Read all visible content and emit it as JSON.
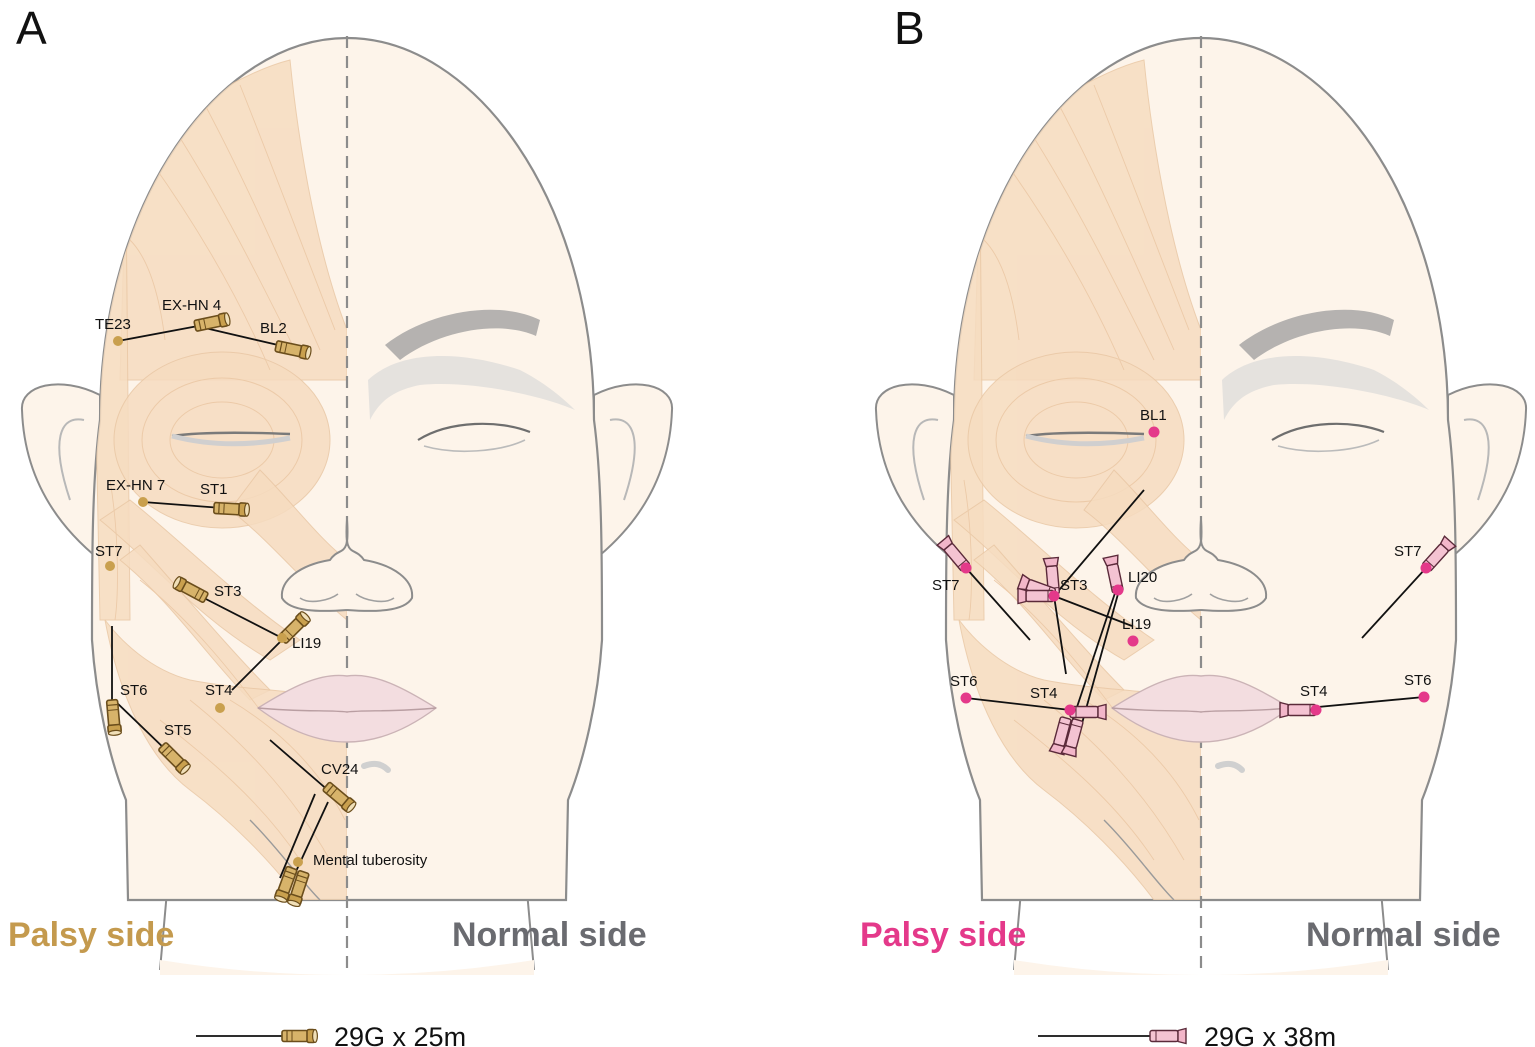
{
  "colors": {
    "gold": "#c9a04e",
    "gold_dark": "#6b4e1c",
    "pink": "#e4398a",
    "pink_light": "#f2b6c9",
    "normal_gray": "#6a6b70",
    "skin": "#fdf4ea",
    "muscle": "#f6dcc0"
  },
  "panels": [
    {
      "letter": "A",
      "palsy_label": "Palsy side",
      "normal_label": "Normal side",
      "legend": "29G x 25m",
      "points": [
        {
          "id": "a-ex-hn4",
          "label": "EX-HN 4"
        },
        {
          "id": "a-te23",
          "label": "TE23"
        },
        {
          "id": "a-bl2",
          "label": "BL2"
        },
        {
          "id": "a-ex-hn7",
          "label": "EX-HN 7"
        },
        {
          "id": "a-st1",
          "label": "ST1"
        },
        {
          "id": "a-st7",
          "label": "ST7"
        },
        {
          "id": "a-st3",
          "label": "ST3"
        },
        {
          "id": "a-li19",
          "label": "LI19"
        },
        {
          "id": "a-st6",
          "label": "ST6"
        },
        {
          "id": "a-st4",
          "label": "ST4"
        },
        {
          "id": "a-st5",
          "label": "ST5"
        },
        {
          "id": "a-cv24",
          "label": "CV24"
        },
        {
          "id": "a-mental",
          "label": "Mental tuberosity"
        }
      ]
    },
    {
      "letter": "B",
      "palsy_label": "Palsy side",
      "normal_label": "Normal side",
      "legend": "29G x 38m",
      "points": [
        {
          "id": "b-bl1",
          "label": "BL1"
        },
        {
          "id": "b-st7",
          "label": "ST7"
        },
        {
          "id": "b-st3",
          "label": "ST3"
        },
        {
          "id": "b-li20",
          "label": "LI20"
        },
        {
          "id": "b-li19",
          "label": "LI19"
        },
        {
          "id": "b-st6",
          "label": "ST6"
        },
        {
          "id": "b-st4",
          "label": "ST4"
        },
        {
          "id": "b-st7-normal",
          "label": "ST7"
        },
        {
          "id": "b-st4-normal",
          "label": "ST4"
        },
        {
          "id": "b-st6-normal",
          "label": "ST6"
        }
      ]
    }
  ]
}
